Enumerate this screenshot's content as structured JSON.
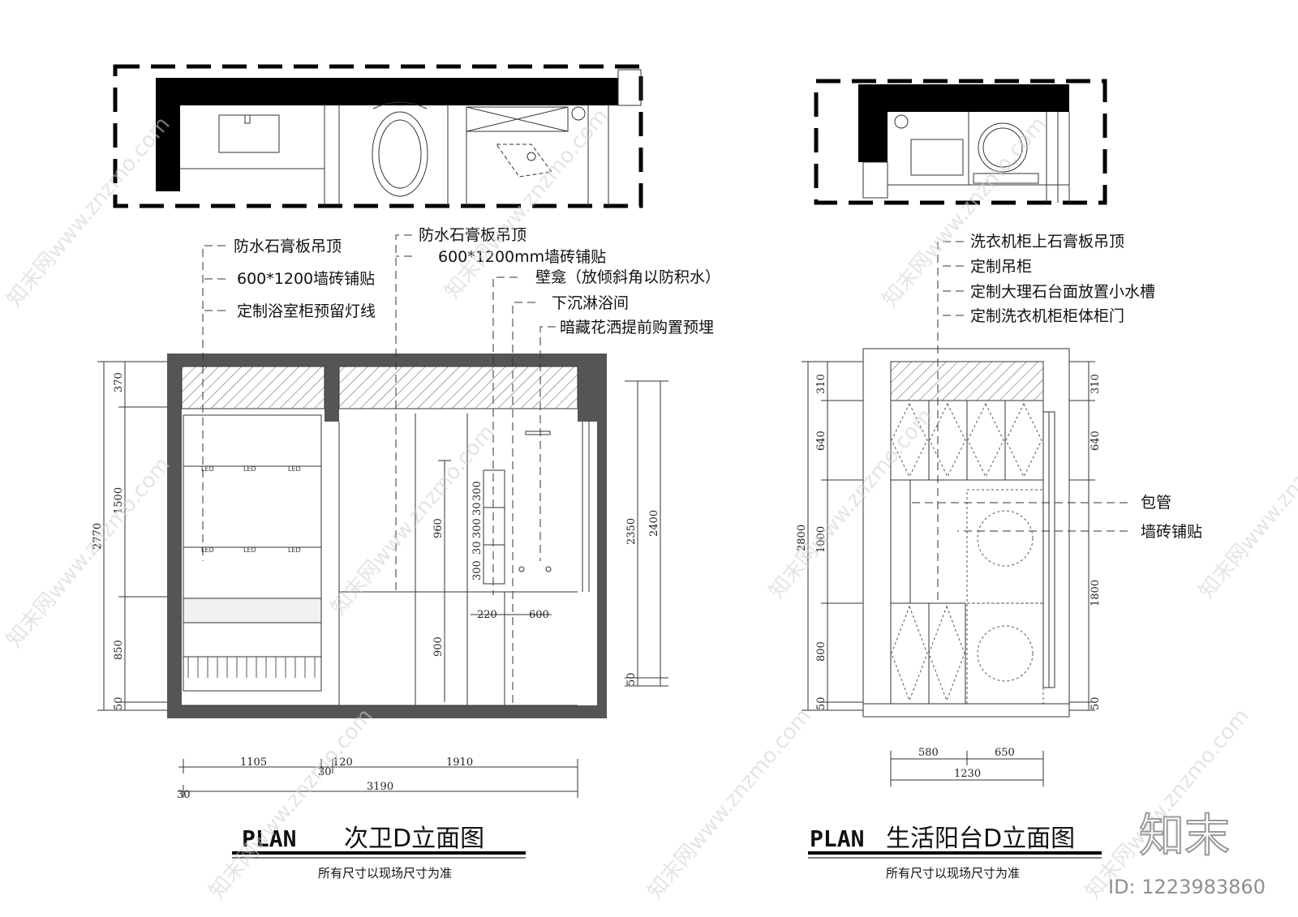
{
  "left_elevation": {
    "title_prefix": "PLAN",
    "title": "次卫D立面图",
    "note": "所有尺寸以现场尺寸为准",
    "labels_left": [
      "防水石膏板吊顶",
      "600*1200墙砖铺贴",
      "定制浴室柜预留灯线"
    ],
    "labels_right": [
      "防水石膏板吊顶",
      "600*1200mm墙砖铺贴",
      "壁龛（放倾斜角以防积水）",
      "下沉淋浴间",
      "暗藏花洒提前购置预埋"
    ],
    "dims_left": [
      "370",
      "1500",
      "850",
      "50",
      "2770"
    ],
    "dims_right": [
      "2350",
      "2400",
      "50"
    ],
    "dims_niche": [
      "960",
      "900",
      "300",
      "30",
      "300",
      "30",
      "300"
    ],
    "dims_inner": [
      "220",
      "600"
    ],
    "dims_bottom": [
      "1105",
      "30",
      "120",
      "1910",
      "30",
      "3190"
    ],
    "led": [
      "LED",
      "LED",
      "LED",
      "LED",
      "LED",
      "LED"
    ]
  },
  "right_elevation": {
    "title_prefix": "PLAN",
    "title": "生活阳台D立面图",
    "note": "所有尺寸以现场尺寸为准",
    "labels_top": [
      "洗衣机柜上石膏板吊顶",
      "定制吊柜",
      "定制大理石台面放置小水槽",
      "定制洗衣机柜柜体柜门"
    ],
    "labels_side": [
      "包管",
      "墙砖铺贴"
    ],
    "dims_left": [
      "310",
      "640",
      "1000",
      "800",
      "50",
      "2800"
    ],
    "dims_right": [
      "310",
      "640",
      "1800",
      "50"
    ],
    "dims_bottom": [
      "580",
      "650",
      "1230"
    ]
  },
  "watermark": {
    "brand_text": "知末网www.znzmo.com",
    "logo": "知末",
    "id": "ID: 1223983860"
  }
}
